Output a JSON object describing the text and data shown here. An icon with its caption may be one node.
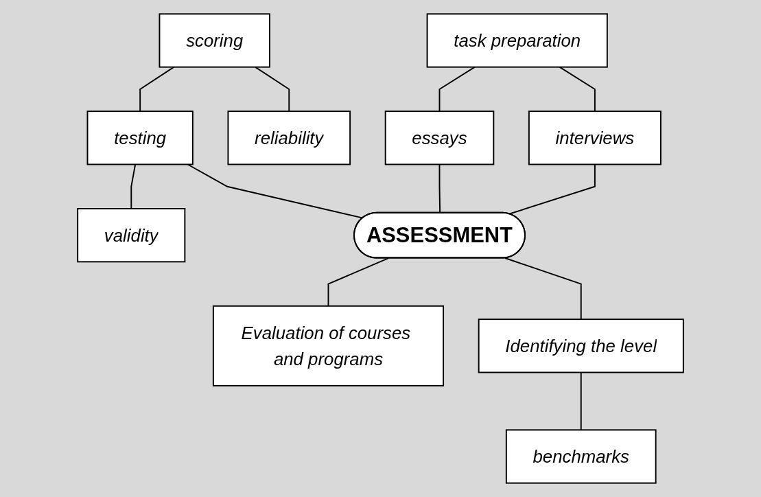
{
  "diagram": {
    "nodes": [
      {
        "text": [
          "scoring"
        ]
      },
      {
        "text": [
          "task preparation"
        ]
      },
      {
        "text": [
          "testing"
        ]
      },
      {
        "text": [
          "reliability"
        ]
      },
      {
        "text": [
          "essays"
        ]
      },
      {
        "text": [
          "validity"
        ]
      },
      {
        "text": [
          "interviews"
        ]
      },
      {
        "text": [
          "ASSESSMENT"
        ]
      },
      {
        "text": [
          "Evaluation of courses and programs"
        ]
      },
      {
        "text": [
          "Identifying the level"
        ]
      },
      {
        "text": [
          "benchmarks"
        ]
      }
    ],
    "edges": [
      {
        "from": 0,
        "to": 2,
        "arrow": "none"
      },
      {
        "from": 0,
        "to": 3,
        "arrow": "none"
      },
      {
        "from": 2,
        "to": 5,
        "arrow": "none"
      },
      {
        "from": 2,
        "to": 7,
        "arrow": "none"
      },
      {
        "from": 1,
        "to": 4,
        "arrow": "none"
      },
      {
        "from": 1,
        "to": 6,
        "arrow": "none"
      },
      {
        "from": 4,
        "to": 7,
        "arrow": "none"
      },
      {
        "from": 6,
        "to": 7,
        "arrow": "none"
      },
      {
        "from": 7,
        "to": 8,
        "arrow": "none"
      },
      {
        "from": 7,
        "to": 9,
        "arrow": "none"
      },
      {
        "from": 9,
        "to": 10,
        "arrow": "none"
      }
    ]
  }
}
